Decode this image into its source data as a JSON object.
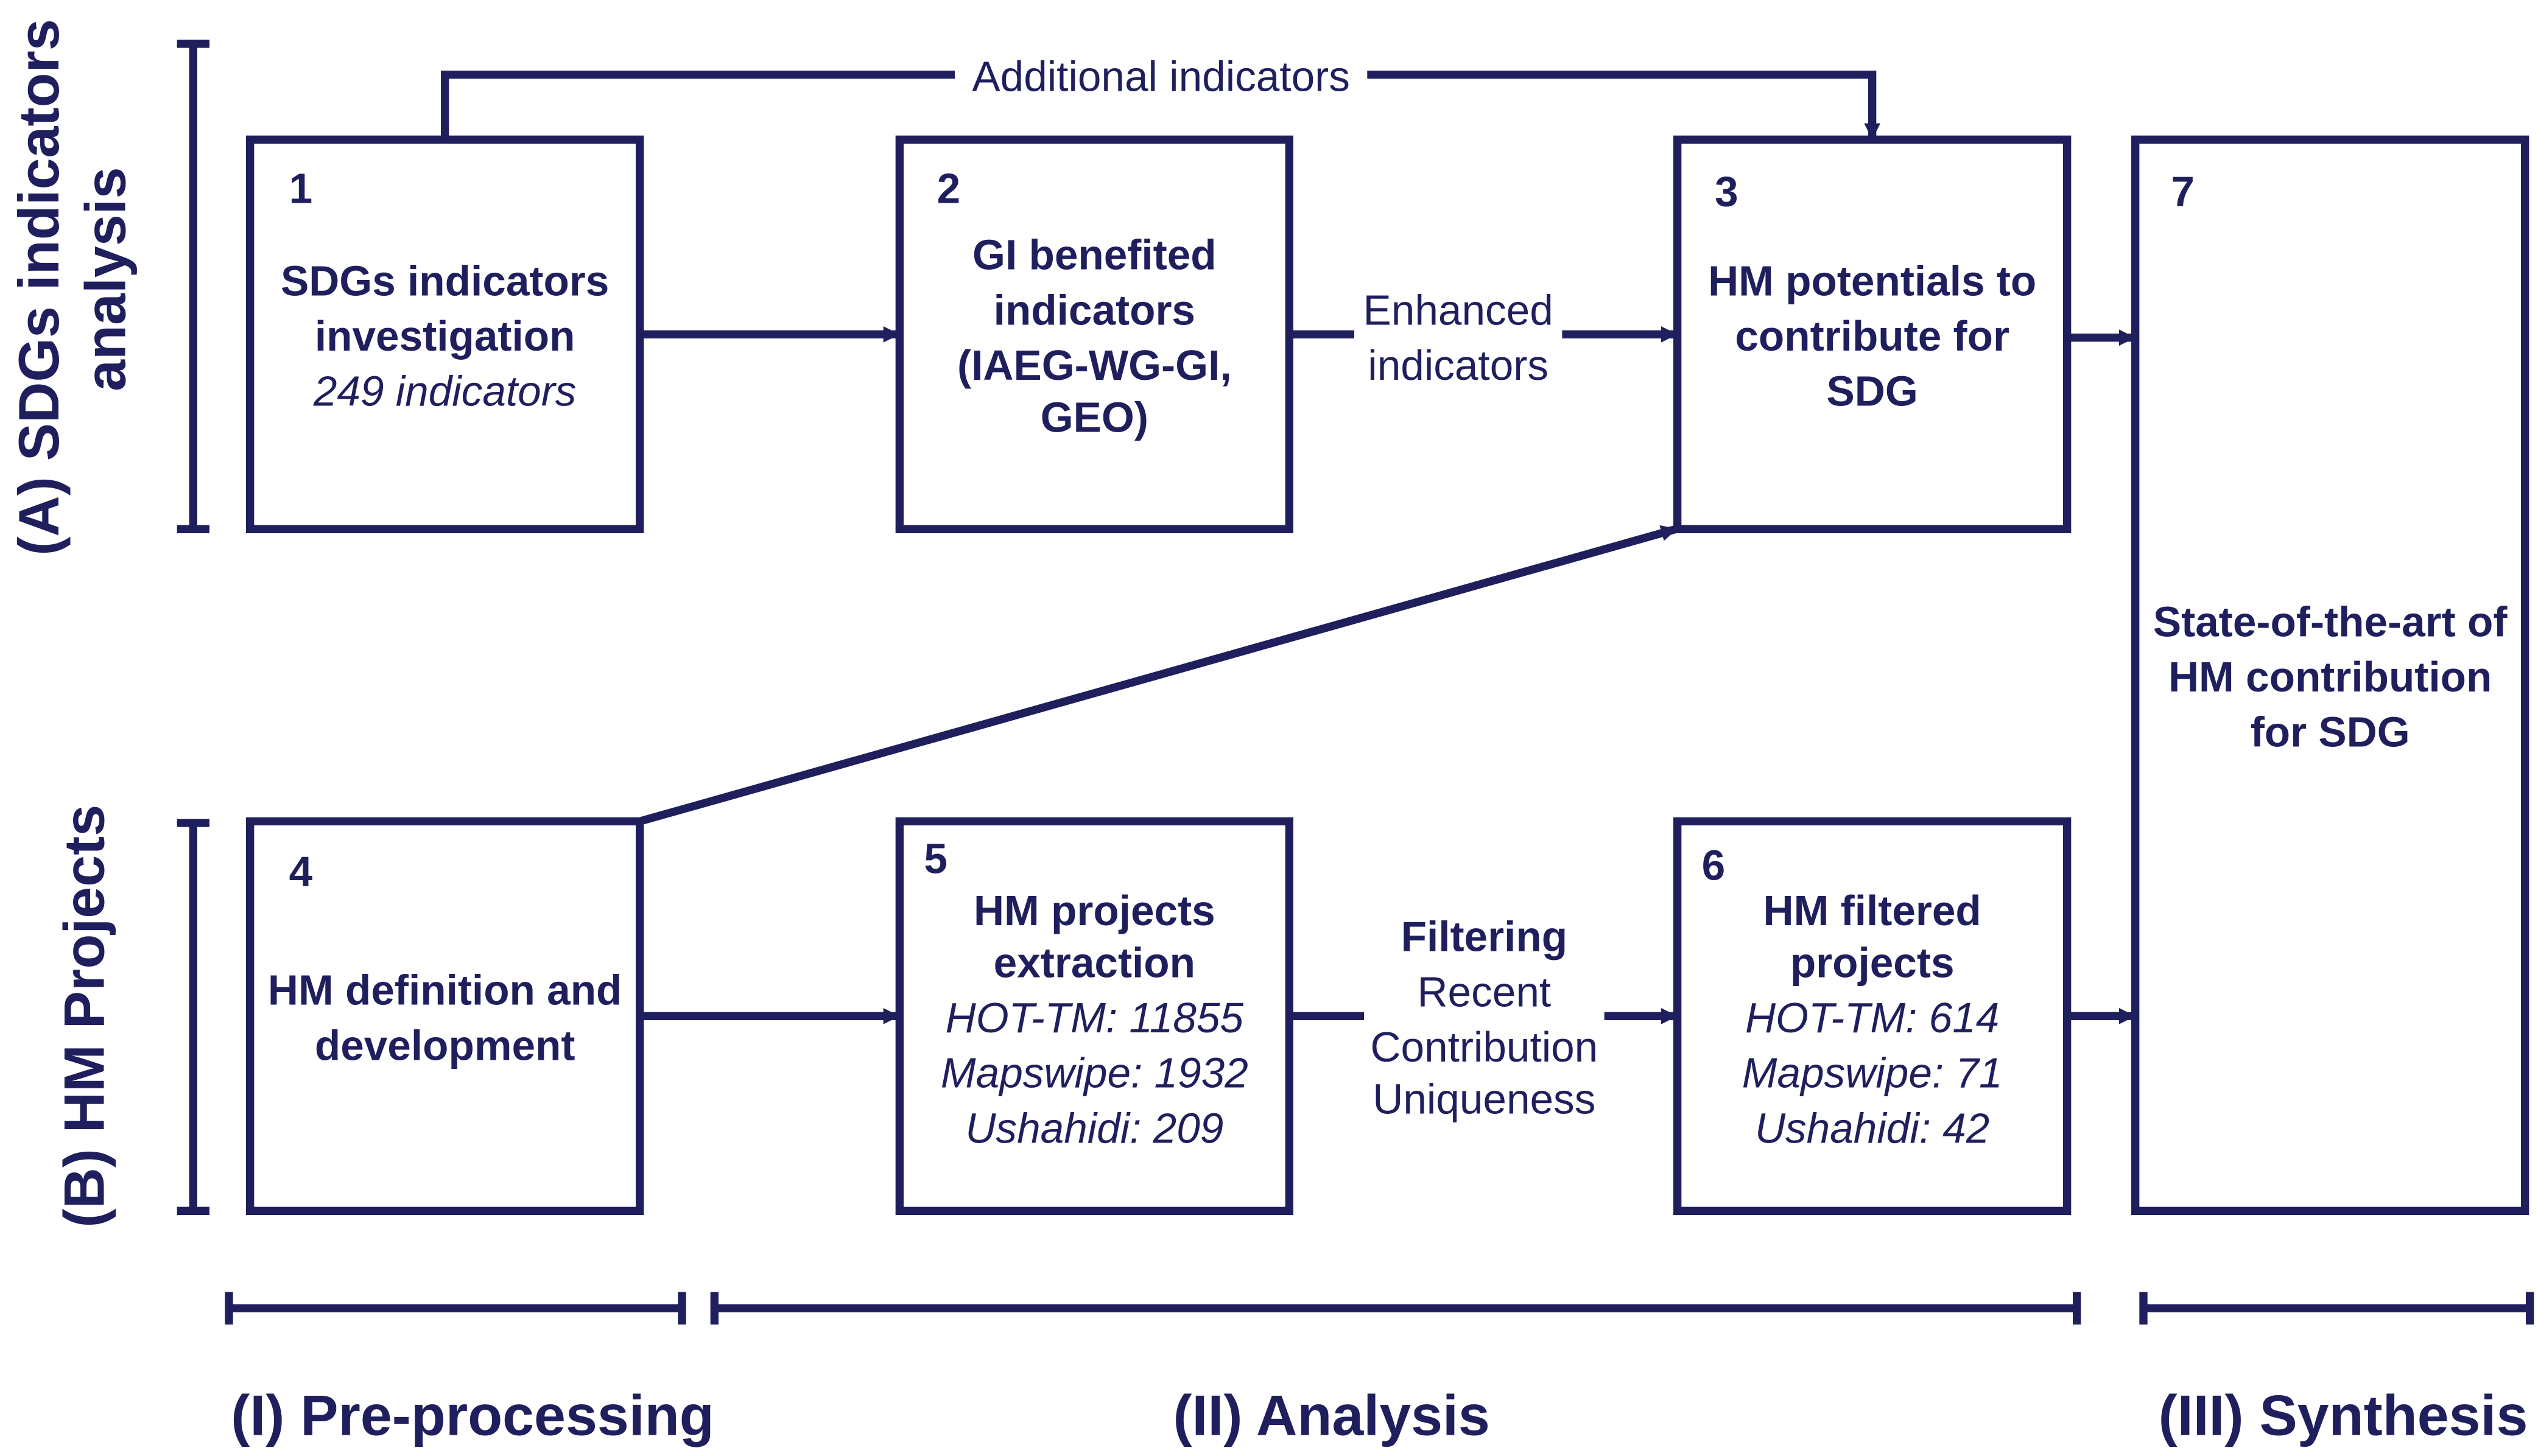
{
  "colors": {
    "ink": "#1f1f5e",
    "background": "#ffffff"
  },
  "rows": {
    "a": {
      "label_line1": "(A) SDGs indicators",
      "label_line2": "analysis"
    },
    "b": {
      "label": "(B) HM Projects"
    }
  },
  "phases": {
    "preprocessing": "(I) Pre-processing",
    "analysis": "(II) Analysis",
    "synthesis": "(III) Synthesis"
  },
  "boxes": {
    "b1": {
      "number": "1",
      "line1": "SDGs indicators",
      "line2": "investigation",
      "detail": "249 indicators"
    },
    "b2": {
      "number": "2",
      "line1": "GI benefited",
      "line2": "indicators",
      "line3": "(IAEG-WG-GI,",
      "line4": "GEO)"
    },
    "b3": {
      "number": "3",
      "line1": "HM potentials to",
      "line2": "contribute for",
      "line3": "SDG"
    },
    "b4": {
      "number": "4",
      "line1": "HM definition and",
      "line2": "development"
    },
    "b5": {
      "number": "5",
      "line1": "HM projects",
      "line2": "extraction",
      "detail1": "HOT-TM: 11855",
      "detail2": "Mapswipe: 1932",
      "detail3": "Ushahidi: 209"
    },
    "b6": {
      "number": "6",
      "line1": "HM filtered",
      "line2": "projects",
      "detail1": "HOT-TM: 614",
      "detail2": "Mapswipe: 71",
      "detail3": "Ushahidi: 42"
    },
    "b7": {
      "number": "7",
      "line1": "State-of-the-art of",
      "line2": "HM contribution",
      "line3": "for SDG"
    }
  },
  "edges": {
    "additional": "Additional indicators",
    "enhanced_line1": "Enhanced",
    "enhanced_line2": "indicators",
    "filtering_title": "Filtering",
    "filtering_line1": "Recent",
    "filtering_line2": "Contribution",
    "filtering_line3": "Uniqueness"
  }
}
